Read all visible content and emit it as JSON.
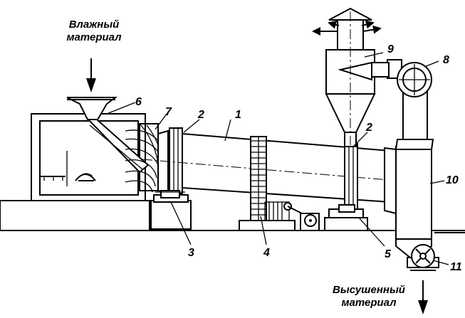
{
  "captions": {
    "input_line1": "Влажный",
    "input_line2": "материал",
    "output_line1": "Высушенный",
    "output_line2": "материал"
  },
  "callouts": {
    "drum": "1",
    "band_left": "2",
    "band_right": "2",
    "support_roller_left": "3",
    "drive": "4",
    "support_roller_right": "5",
    "feed_hopper": "6",
    "inlet_blades": "7",
    "fan": "8",
    "cyclone": "9",
    "discharge_chamber": "10",
    "rotary_feeder": "11"
  }
}
